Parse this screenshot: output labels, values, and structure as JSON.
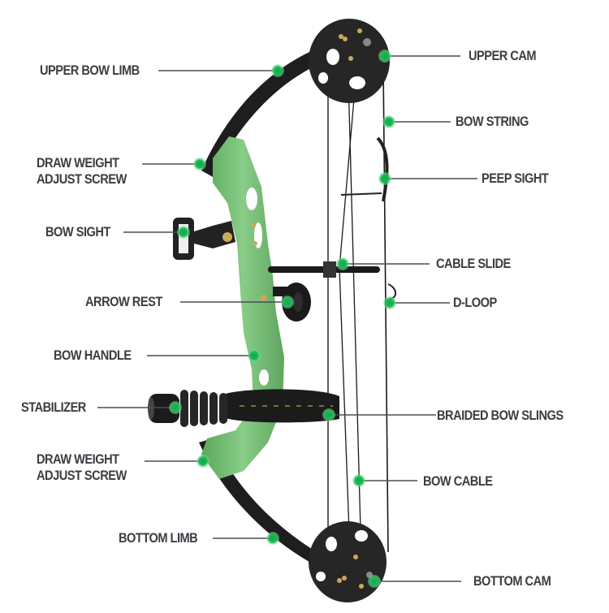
{
  "diagram": {
    "subject": "Compound bow anatomy",
    "accent_color": "#1db954",
    "handle_color": "#7cc47c",
    "part_color": "#1c1c1c",
    "label_color": "#3a3d42",
    "callouts": {
      "upper_bow_limb": {
        "label": "UPPER BOW LIMB",
        "side": "left",
        "dot": [
          342,
          87
        ]
      },
      "draw_weight_upper": {
        "line1": "DRAW WEIGHT",
        "line2": "ADJUST SCREW",
        "side": "left",
        "dot": [
          246,
          202
        ]
      },
      "bow_sight": {
        "label": "BOW SIGHT",
        "side": "left",
        "dot": [
          226,
          286
        ]
      },
      "arrow_rest": {
        "label": "ARROW REST",
        "side": "left",
        "dot": [
          354,
          372
        ]
      },
      "bow_handle": {
        "label": "BOW HANDLE",
        "side": "left",
        "dot": [
          313,
          438
        ]
      },
      "stabilizer": {
        "label": "STABILIZER",
        "side": "left",
        "dot": [
          216,
          502
        ]
      },
      "draw_weight_lower": {
        "line1": "DRAW WEIGHT",
        "line2": "ADJUST SCREW",
        "side": "left",
        "dot": [
          250,
          568
        ]
      },
      "bottom_limb": {
        "label": "BOTTOM LIMB",
        "side": "left",
        "dot": [
          336,
          663
        ]
      },
      "upper_cam": {
        "label": "UPPER CAM",
        "side": "right",
        "dot": [
          474,
          69
        ]
      },
      "bow_string": {
        "label": "BOW STRING",
        "side": "right",
        "dot": [
          479,
          150
        ]
      },
      "peep_sight": {
        "label": "PEEP SIGHT",
        "side": "right",
        "dot": [
          474,
          220
        ]
      },
      "cable_slide": {
        "label": "CABLE SLIDE",
        "side": "right",
        "dot": [
          422,
          325
        ]
      },
      "d_loop": {
        "label": "D-LOOP",
        "side": "right",
        "dot": [
          480,
          373
        ]
      },
      "braided_bow_slings": {
        "label": "BRAIDED BOW SLINGS",
        "side": "right",
        "dot": [
          405,
          511
        ]
      },
      "bow_cable": {
        "label": "BOW CABLE",
        "side": "right",
        "dot": [
          442,
          592
        ]
      },
      "bottom_cam": {
        "label": "BOTTOM CAM",
        "side": "right",
        "dot": [
          461,
          716
        ]
      }
    }
  }
}
